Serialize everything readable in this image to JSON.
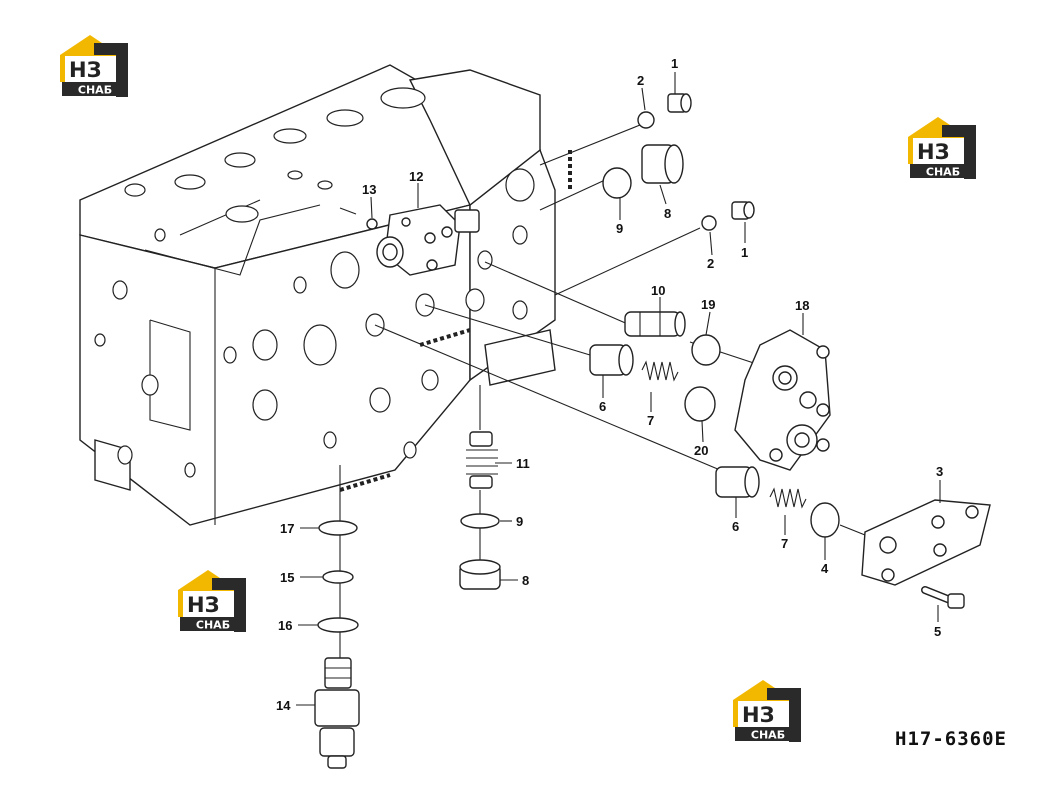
{
  "drawing_ref": "H17-6360E",
  "logo": {
    "mark": "НЗ",
    "brand": "СНАБ",
    "colors": {
      "accent": "#F2B800",
      "dark": "#2A2A2A"
    }
  },
  "callouts": [
    {
      "id": "c1a",
      "label": "1"
    },
    {
      "id": "c2a",
      "label": "2"
    },
    {
      "id": "c1b",
      "label": "1"
    },
    {
      "id": "c2b",
      "label": "2"
    },
    {
      "id": "c8a",
      "label": "8"
    },
    {
      "id": "c9a",
      "label": "9"
    },
    {
      "id": "c13",
      "label": "13"
    },
    {
      "id": "c12",
      "label": "12"
    },
    {
      "id": "c10",
      "label": "10"
    },
    {
      "id": "c19",
      "label": "19"
    },
    {
      "id": "c18",
      "label": "18"
    },
    {
      "id": "c6a",
      "label": "6"
    },
    {
      "id": "c7a",
      "label": "7"
    },
    {
      "id": "c20",
      "label": "20"
    },
    {
      "id": "c11",
      "label": "11"
    },
    {
      "id": "c9b",
      "label": "9"
    },
    {
      "id": "c8b",
      "label": "8"
    },
    {
      "id": "c17",
      "label": "17"
    },
    {
      "id": "c15",
      "label": "15"
    },
    {
      "id": "c16",
      "label": "16"
    },
    {
      "id": "c14",
      "label": "14"
    },
    {
      "id": "c3",
      "label": "3"
    },
    {
      "id": "c6b",
      "label": "6"
    },
    {
      "id": "c7b",
      "label": "7"
    },
    {
      "id": "c4",
      "label": "4"
    },
    {
      "id": "c5",
      "label": "5"
    }
  ]
}
